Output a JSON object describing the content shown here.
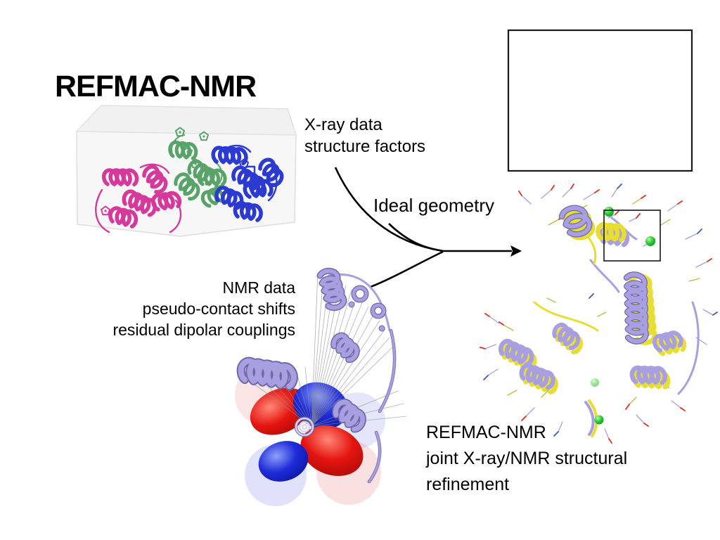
{
  "slide": {
    "title": "REFMAC-NMR",
    "xray_label": {
      "line1": "X-ray data",
      "line2": "structure factors"
    },
    "ideal_geometry_label": "Ideal geometry",
    "nmr_label": {
      "line1": "NMR data",
      "line2": "pseudo-contact shifts",
      "line3": "residual dipolar couplings"
    },
    "result_label": {
      "line1": "REFMAC-NMR",
      "line2": "joint X-ray/NMR structural",
      "line3": "refinement"
    }
  },
  "colors": {
    "ink": "#000000",
    "lavender": "#a89fe0",
    "lavender-dark": "#6f68ae",
    "lavender-light": "#d8d3f2",
    "yellow": "#e8dd33",
    "yellow-dark": "#b5ab1e",
    "magenta": "#d6399b",
    "green": "#57a368",
    "blue": "#2b3ad0",
    "stick-red": "#e02c22",
    "stick-blue": "#3d54cf",
    "sphere-green": "#2ecc35",
    "tensor-red": "#e51511",
    "tensor-blue": "#1f2cd8",
    "box-edge": "#dedede",
    "box-face": "#f7f7f7"
  }
}
